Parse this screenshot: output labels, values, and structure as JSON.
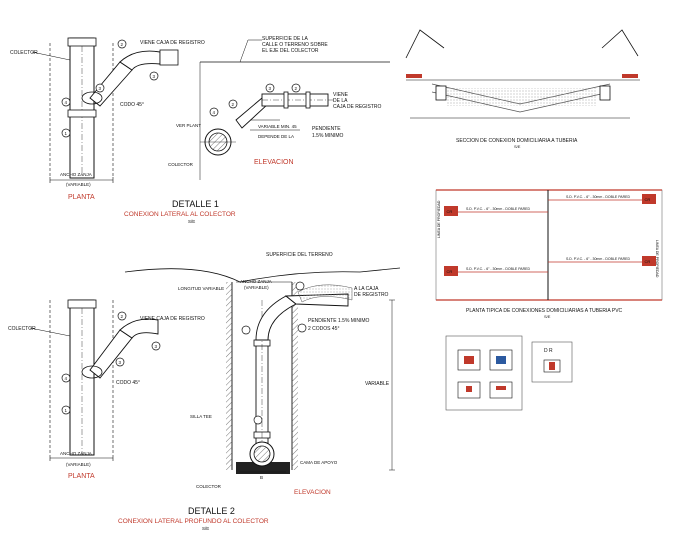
{
  "detail1": {
    "plan": {
      "collector": "COLECTOR",
      "from_box": "VIENE CAJA DE REGISTRO",
      "elbow": "CODO 45°",
      "trench_width": "ANCHO ZANJA",
      "variable": "(VARIABLE)",
      "title": "PLANTA",
      "m1": "1",
      "m2": "2",
      "m3": "3",
      "m4": "4"
    },
    "elevation": {
      "surface": "SUPERFICIE DE LA",
      "surface2": "CALLE O TERRENO SOBRE",
      "surface3": "EL EJE DEL COLECTOR",
      "from_box": "VIENE",
      "from_box2": "DE LA",
      "from_box3": "CAJA DE REGISTRO",
      "plan_view": "VER PLANT",
      "var_min": "VARIABLE MIN. 45",
      "depth": "DEPENDE DE LA",
      "slope": "PENDIENTE",
      "slope2": "1.5% MINIMO",
      "collector": "COLECTOR",
      "title": "ELEVACION",
      "m2": "2",
      "m3": "3",
      "m4": "4"
    },
    "title": "DETALLE 1",
    "subtitle": "CONEXION LATERAL AL COLECTOR",
    "scale": "S/E"
  },
  "detail2": {
    "plan": {
      "collector": "COLECTOR",
      "from_box": "VIENE CAJA DE REGISTRO",
      "elbow": "CODO 45°",
      "trench_width": "ANCHO ZANJA",
      "variable": "(VARIABLE)",
      "title": "PLANTA",
      "m1": "1",
      "m2": "2",
      "m3": "3",
      "m4": "4"
    },
    "elevation": {
      "surface": "SUPERFICIE DEL TERRENO",
      "trench": "ANCHO ZANJA",
      "trench2": "(VARIABLE)",
      "var_length": "LONGITUD VARIABLE",
      "to_box": "A LA CAJA",
      "to_box2": "DE REGISTRO",
      "slope": "PENDIENTE 1.5% MINIMO",
      "elbows": "2 CODOS 45°",
      "variable": "VARIABLE",
      "tee": "SILLA TEE",
      "bed": "CAMA DE APOYO",
      "collector": "COLECTOR",
      "dim": "B",
      "title": "ELEVACION"
    },
    "title": "DETALLE 2",
    "subtitle": "CONEXION LATERAL PROFUNDO AL COLECTOR",
    "scale": "S/E"
  },
  "section": {
    "caption": "SECCION DE CONEXION DOMICILIARIA A TUBERIA",
    "scale": "S/E"
  },
  "plan_typical": {
    "caption": "PLANTA TIPICA DE CONEXIONES DOMICILIARIAS A TUBERIA PVC",
    "scale": "S/E",
    "pipe_label": "S.D. P.V.C. - 6\" - 30mm - DOBLE PARED",
    "side_label": "LINEA DE PROPIEDAD",
    "tag": "CR"
  },
  "small": {
    "label": "D R"
  },
  "colors": {
    "ink": "#111111",
    "red": "#c0392b",
    "gray": "#9a9a9a"
  }
}
